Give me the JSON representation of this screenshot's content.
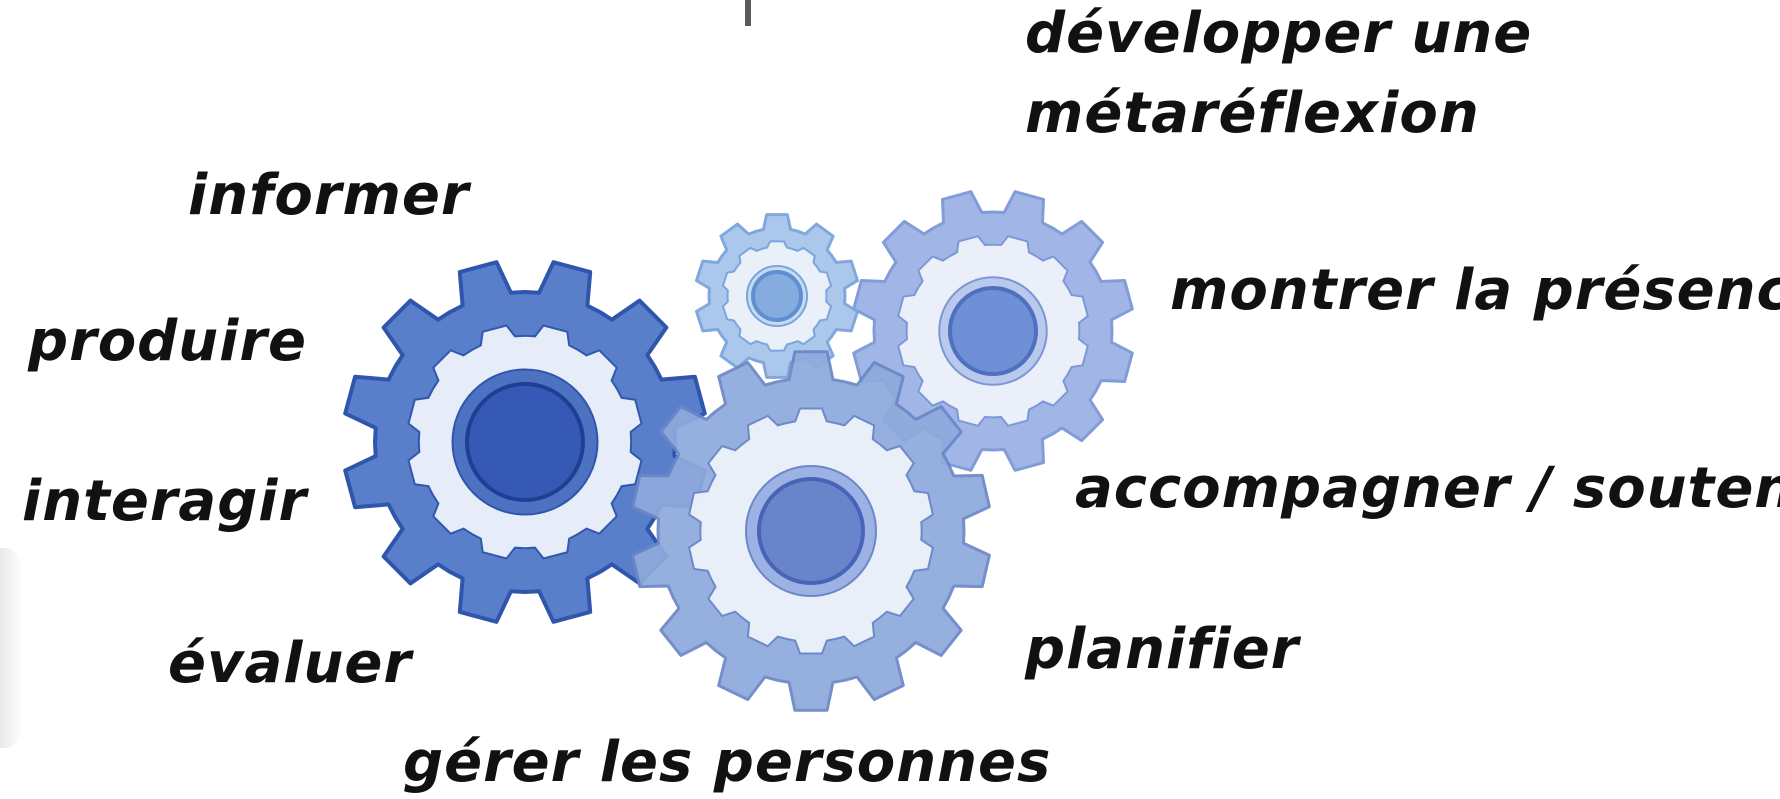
{
  "labels": {
    "developper": "développer une\nmétaréflexion",
    "informer": "informer",
    "produire": "produire",
    "interagir": "interagir",
    "evaluer": "évaluer",
    "gerer": "gérer les personnes",
    "montrer": "montrer la présence",
    "accompagner": "accompagner / soutenir",
    "planifier": "planifier"
  },
  "colors": {
    "text": "#111111",
    "gear_large_left_fill": "#5a7fca",
    "gear_large_left_outline": "#2f55ad",
    "gear_center_fill": "#8eaadd",
    "gear_center_outline": "#6c87c8",
    "gear_small_fill": "#a7c6ec",
    "gear_small_outline": "#7aa4dc",
    "gear_right_fill": "#9db3e6",
    "gear_right_outline": "#7c97d4",
    "ring_light": "#eef3fb"
  },
  "gears": [
    {
      "name": "gear-left",
      "teeth": 12
    },
    {
      "name": "gear-small-top",
      "teeth": 10
    },
    {
      "name": "gear-right-top",
      "teeth": 12
    },
    {
      "name": "gear-center",
      "teeth": 14
    }
  ]
}
